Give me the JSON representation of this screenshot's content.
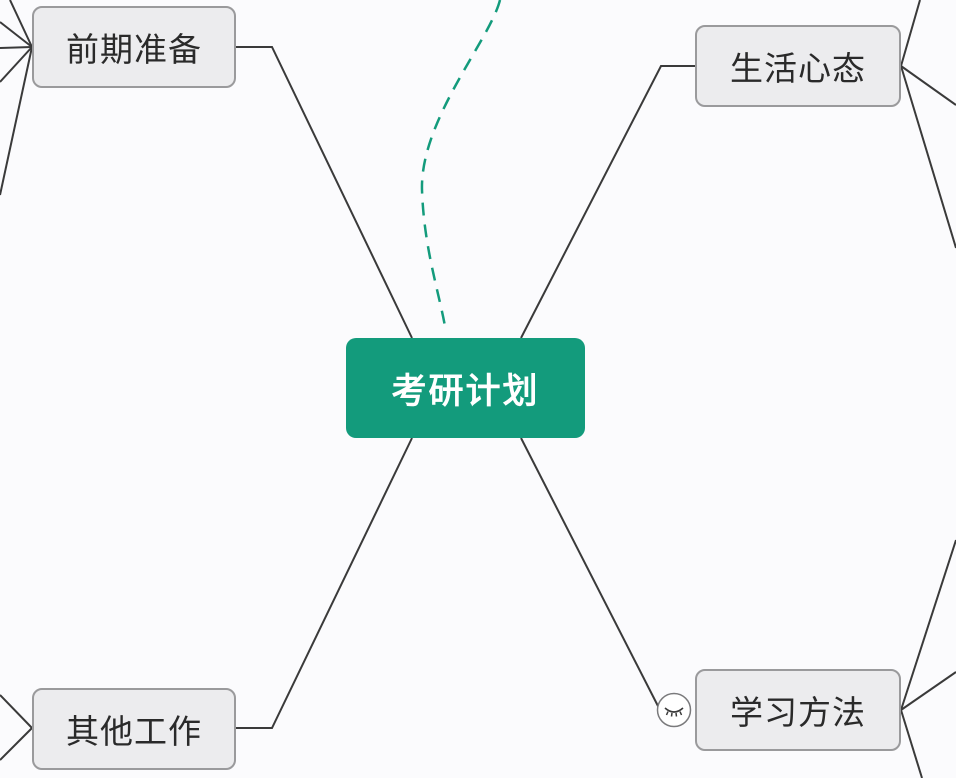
{
  "central_topic": {
    "label": "考研计划"
  },
  "branches": {
    "prep": {
      "label": "前期准备"
    },
    "life": {
      "label": "生活心态"
    },
    "other": {
      "label": "其他工作"
    },
    "study": {
      "label": "学习方法"
    }
  },
  "colors": {
    "central_fill": "#139b7c",
    "central_text": "#ffffff",
    "node_fill": "#ececee",
    "node_border": "#9a9a9c",
    "line": "#3a3a3a",
    "relationship_line": "#139b7c"
  },
  "icons": {
    "collapse": "eye-closed-icon"
  }
}
